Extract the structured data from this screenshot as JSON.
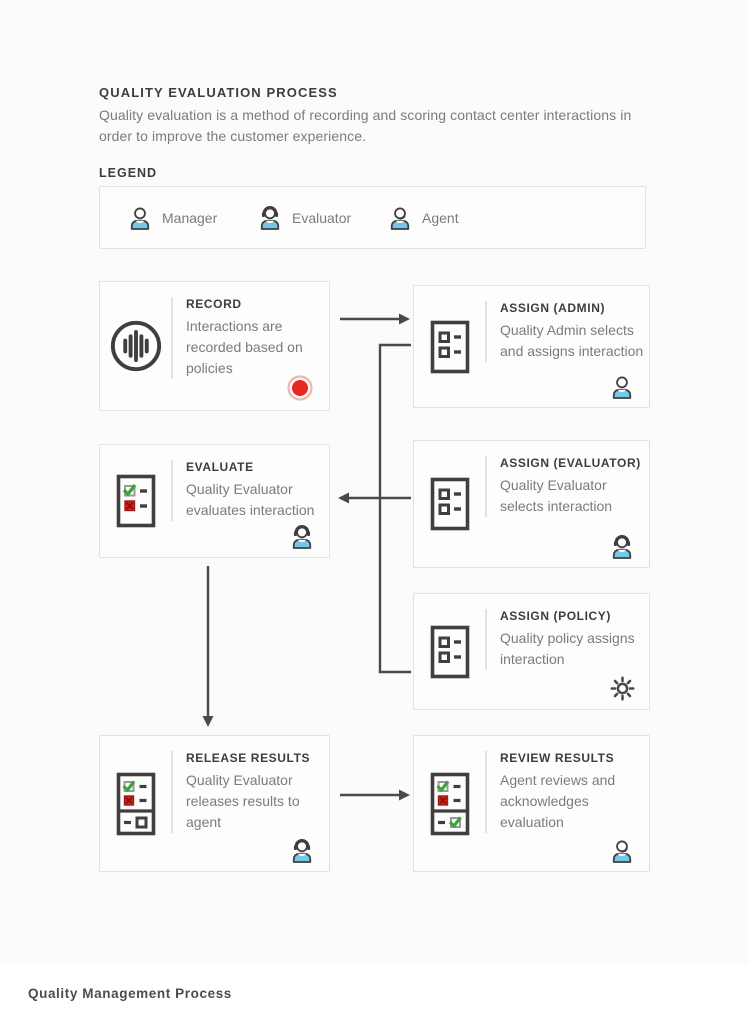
{
  "page": {
    "title": "QUALITY EVALUATION PROCESS",
    "description": "Quality evaluation is a method of recording and scoring contact center interactions in order to improve the customer experience.",
    "legend_label": "LEGEND",
    "footer": "Quality Management Process"
  },
  "legend": {
    "items": [
      {
        "icon": "manager-icon",
        "label": "Manager"
      },
      {
        "icon": "evaluator-icon",
        "label": "Evaluator"
      },
      {
        "icon": "agent-icon",
        "label": "Agent"
      }
    ]
  },
  "cards": [
    {
      "id": "record",
      "title": "RECORD",
      "description": "Interactions are recorded based on policies",
      "main_icon": "audio-waveform-icon",
      "corner_icon": "record-dot-icon"
    },
    {
      "id": "assign-admin",
      "title": "ASSIGN (ADMIN)",
      "description": "Quality Admin selects and assigns interaction",
      "main_icon": "task-list-icon",
      "corner_icon": "manager-icon"
    },
    {
      "id": "evaluate",
      "title": "EVALUATE",
      "description": "Quality Evaluator evaluates interaction",
      "main_icon": "evaluation-checklist-icon",
      "corner_icon": "evaluator-icon"
    },
    {
      "id": "assign-evaluator",
      "title": "ASSIGN (EVALUATOR)",
      "description": "Quality Evaluator selects interaction",
      "main_icon": "task-list-icon",
      "corner_icon": "evaluator-icon"
    },
    {
      "id": "assign-policy",
      "title": "ASSIGN (POLICY)",
      "description": "Quality policy assigns interaction",
      "main_icon": "task-list-icon",
      "corner_icon": "gear-icon"
    },
    {
      "id": "release-results",
      "title": "RELEASE RESULTS",
      "description": "Quality Evaluator releases results to agent",
      "main_icon": "results-checklist-icon",
      "corner_icon": "evaluator-icon"
    },
    {
      "id": "review-results",
      "title": "REVIEW RESULTS",
      "description": "Agent reviews and acknowledges evaluation",
      "main_icon": "results-acknowledged-icon",
      "corner_icon": "agent-icon"
    }
  ],
  "colors": {
    "shirt_blue": "#74c7e8",
    "record_red": "#e8281e",
    "check_green": "#3ea437",
    "x_red": "#d8251d",
    "line_dark": "#4a4a4a"
  }
}
